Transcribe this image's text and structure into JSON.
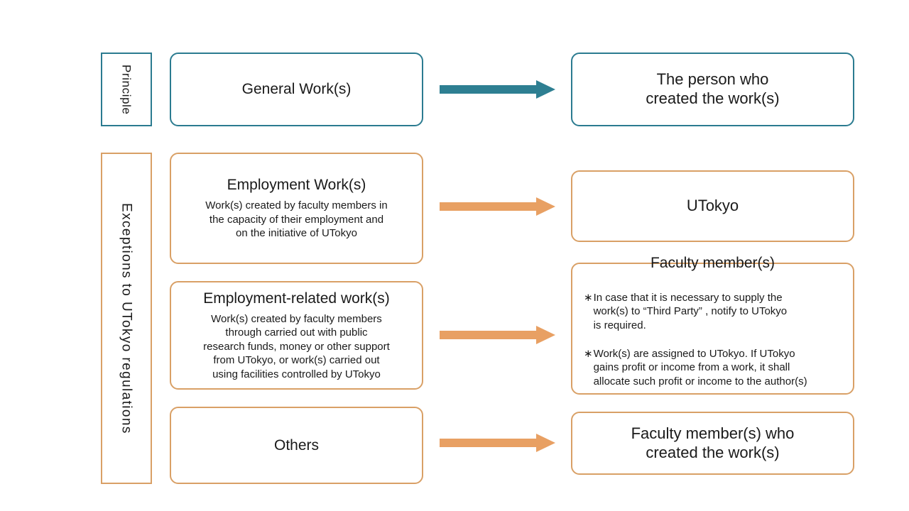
{
  "colors": {
    "teal": "#2b7b90",
    "orange": "#d9a066",
    "arrow_teal": "#2e7f92",
    "arrow_orange": "#e8a063",
    "background": "#ffffff",
    "text": "#1a1a1a"
  },
  "rails": {
    "principle": "Principle",
    "exceptions": "Exceptions to UTokyo regulations"
  },
  "rows": {
    "general": {
      "source_title": "General Work(s)",
      "arrow": "arrow-right-teal",
      "target_title": "The person who\ncreated the work(s)"
    },
    "employment": {
      "source_title": "Employment Work(s)",
      "source_body": "Work(s) created by faculty members in\nthe capacity of their employment and\non the initiative of UTokyo",
      "arrow": "arrow-right-orange",
      "target_title": "UTokyo"
    },
    "employment_related": {
      "source_title": "Employment-related work(s)",
      "source_body": "Work(s) created by faculty members\nthrough carried out with public\nresearch funds, money or other support\nfrom UTokyo, or work(s) carried out\nusing facilities controlled by UTokyo",
      "arrow": "arrow-right-orange",
      "target_title": "Faculty member(s)",
      "target_bullets": [
        {
          "marker": "∗",
          "text": "In case that it is necessary to supply the\nwork(s) to  “Third Party” , notify to UTokyo\nis required."
        },
        {
          "marker": "∗",
          "text": "Work(s) are assigned to UTokyo. If UTokyo\ngains profit or income from a work, it shall\nallocate such profit or income to the author(s)"
        }
      ]
    },
    "others": {
      "source_title": "Others",
      "arrow": "arrow-right-orange",
      "target_title": "Faculty member(s) who\ncreated the work(s)"
    }
  }
}
